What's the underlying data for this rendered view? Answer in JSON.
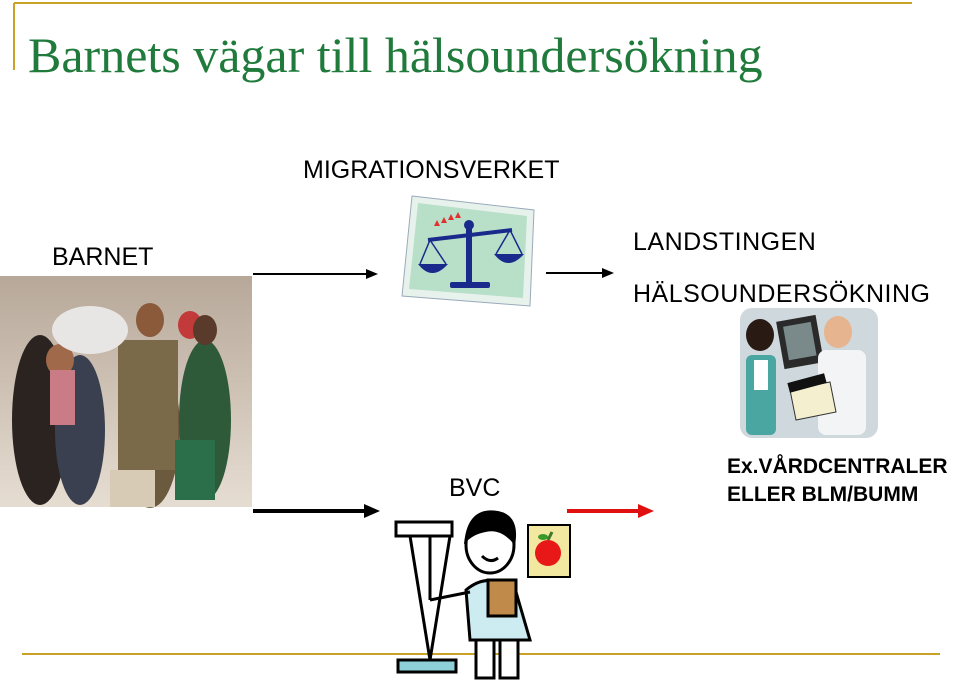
{
  "title": "Barnets vägar till hälsoundersökning",
  "labels": {
    "migrationsverket": "MIGRATIONSVERKET",
    "barnet": "BARNET",
    "landstingen": "LANDSTINGEN",
    "halsoundersokning": "HÄLSOUNDERSÖKNING",
    "bvc": "BVC",
    "vardcentraler_line1": "Ex.VÅRDCENTRALER",
    "vardcentraler_line2": "ELLER BLM/BUMM"
  },
  "colors": {
    "title": "#1f7a3b",
    "accent_line": "#c9a227",
    "arrow_black": "#000000",
    "arrow_red": "#e01010",
    "scale_blue": "#1a2a8c",
    "scale_bg": "#b8e0c8"
  },
  "icons": [
    "refugee-family-photo",
    "scales-of-justice-icon",
    "doctors-xray-icon",
    "nurse-with-scale-icon",
    "apple-chart-icon"
  ]
}
